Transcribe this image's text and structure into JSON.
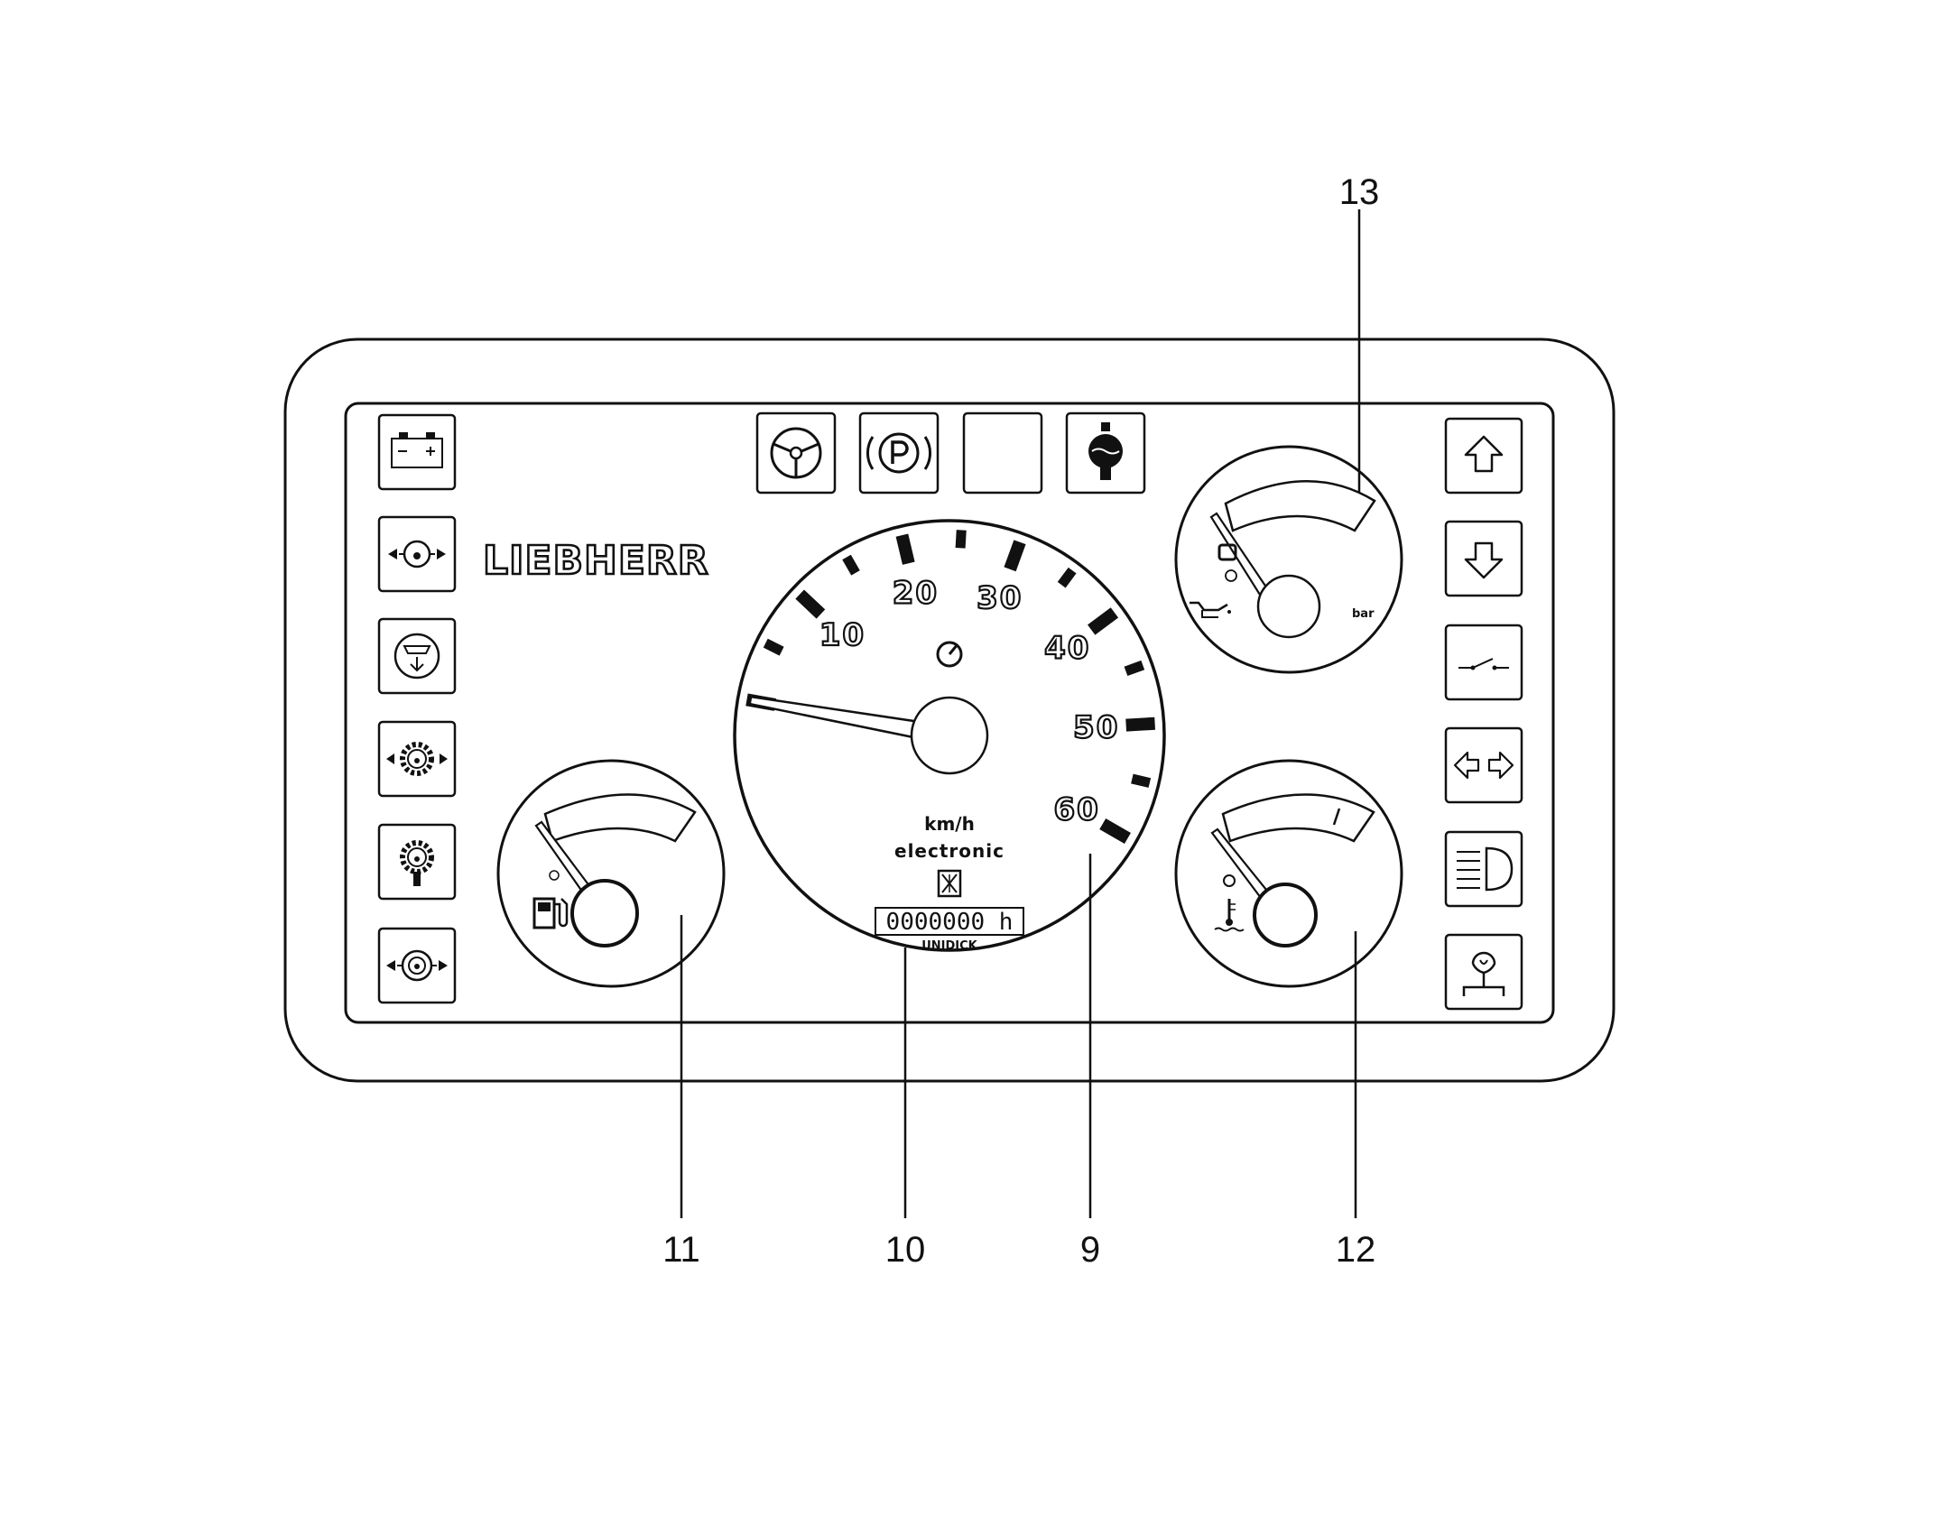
{
  "brand": {
    "name": "LIEBHERR"
  },
  "speedometer": {
    "labels": [
      "10",
      "20",
      "30",
      "40",
      "50",
      "60"
    ],
    "unit": "km/h",
    "subtitle": "electronic",
    "odometer": "0000000 h",
    "maker": "UNIDICK",
    "needle_value": 0
  },
  "oil_pressure_gauge": {
    "unit": "bar"
  },
  "callouts": {
    "c9": "9",
    "c10": "10",
    "c11": "11",
    "c12": "12",
    "c13": "13"
  },
  "left_lamps": [
    {
      "icon": "battery-charge-icon"
    },
    {
      "icon": "engine-oil-pressure-icon"
    },
    {
      "icon": "air-filter-icon"
    },
    {
      "icon": "transmission-oil-pressure-icon"
    },
    {
      "icon": "transmission-oil-temperature-icon"
    },
    {
      "icon": "brake-pressure-icon"
    }
  ],
  "top_lamps": [
    {
      "icon": "steering-wheel-icon"
    },
    {
      "icon": "parking-brake-icon"
    },
    {
      "icon": "blank-lamp"
    },
    {
      "icon": "coolant-level-icon"
    }
  ],
  "right_lamps": [
    {
      "icon": "arrow-up-icon"
    },
    {
      "icon": "arrow-down-icon"
    },
    {
      "icon": "switch-icon"
    },
    {
      "icon": "turn-signal-icon"
    },
    {
      "icon": "high-beam-icon"
    },
    {
      "icon": "preheat-icon"
    }
  ]
}
